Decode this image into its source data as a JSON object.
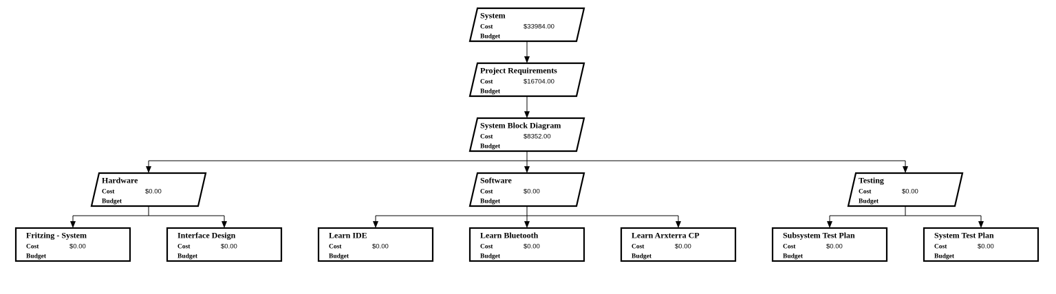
{
  "diagram": {
    "nodes": [
      {
        "id": "system",
        "shape": "parallelogram",
        "title": "System",
        "cost_label": "Cost",
        "cost": "$33984.00",
        "budget_label": "Budget",
        "budget": ""
      },
      {
        "id": "project-requirements",
        "shape": "parallelogram",
        "title": "Project Requirements",
        "cost_label": "Cost",
        "cost": "$16704.00",
        "budget_label": "Budget",
        "budget": ""
      },
      {
        "id": "system-block-diagram",
        "shape": "parallelogram",
        "title": "System Block Diagram",
        "cost_label": "Cost",
        "cost": "$8352.00",
        "budget_label": "Budget",
        "budget": ""
      },
      {
        "id": "hardware",
        "shape": "parallelogram",
        "title": "Hardware",
        "cost_label": "Cost",
        "cost": "$0.00",
        "budget_label": "Budget",
        "budget": ""
      },
      {
        "id": "software",
        "shape": "parallelogram",
        "title": "Software",
        "cost_label": "Cost",
        "cost": "$0.00",
        "budget_label": "Budget",
        "budget": ""
      },
      {
        "id": "testing",
        "shape": "parallelogram",
        "title": "Testing",
        "cost_label": "Cost",
        "cost": "$0.00",
        "budget_label": "Budget",
        "budget": ""
      },
      {
        "id": "fritzing-system",
        "shape": "rectangle",
        "title": "Fritzing - System",
        "cost_label": "Cost",
        "cost": "$0.00",
        "budget_label": "Budget",
        "budget": ""
      },
      {
        "id": "interface-design",
        "shape": "rectangle",
        "title": "Interface Design",
        "cost_label": "Cost",
        "cost": "$0.00",
        "budget_label": "Budget",
        "budget": ""
      },
      {
        "id": "learn-ide",
        "shape": "rectangle",
        "title": "Learn IDE",
        "cost_label": "Cost",
        "cost": "$0.00",
        "budget_label": "Budget",
        "budget": ""
      },
      {
        "id": "learn-bluetooth",
        "shape": "rectangle",
        "title": "Learn Bluetooth",
        "cost_label": "Cost",
        "cost": "$0.00",
        "budget_label": "Budget",
        "budget": ""
      },
      {
        "id": "learn-arxterra-cp",
        "shape": "rectangle",
        "title": "Learn Arxterra CP",
        "cost_label": "Cost",
        "cost": "$0.00",
        "budget_label": "Budget",
        "budget": ""
      },
      {
        "id": "subsystem-test-plan",
        "shape": "rectangle",
        "title": "Subsystem Test Plan",
        "cost_label": "Cost",
        "cost": "$0.00",
        "budget_label": "Budget",
        "budget": ""
      },
      {
        "id": "system-test-plan",
        "shape": "rectangle",
        "title": "System Test Plan",
        "cost_label": "Cost",
        "cost": "$0.00",
        "budget_label": "Budget",
        "budget": ""
      }
    ],
    "edges": [
      {
        "from": "system",
        "to": "project-requirements"
      },
      {
        "from": "project-requirements",
        "to": "system-block-diagram"
      },
      {
        "from": "system-block-diagram",
        "to": "hardware"
      },
      {
        "from": "system-block-diagram",
        "to": "software"
      },
      {
        "from": "system-block-diagram",
        "to": "testing"
      },
      {
        "from": "hardware",
        "to": "fritzing-system"
      },
      {
        "from": "hardware",
        "to": "interface-design"
      },
      {
        "from": "software",
        "to": "learn-ide"
      },
      {
        "from": "software",
        "to": "learn-bluetooth"
      },
      {
        "from": "software",
        "to": "learn-arxterra-cp"
      },
      {
        "from": "testing",
        "to": "subsystem-test-plan"
      },
      {
        "from": "testing",
        "to": "system-test-plan"
      }
    ]
  }
}
